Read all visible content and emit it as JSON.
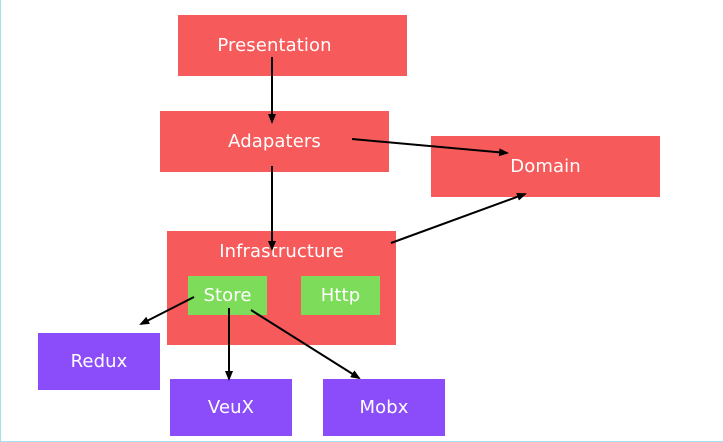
{
  "nodes": {
    "presentation": "Presentation",
    "adapters": "Adapaters",
    "domain": "Domain",
    "infrastructure": "Infrastructure",
    "store": "Store",
    "http": "Http",
    "redux": "Redux",
    "veux": "VeuX",
    "mobx": "Mobx"
  },
  "colors": {
    "red": "#f75a5a",
    "green": "#7ddc5a",
    "purple": "#8b4dfa",
    "arrow": "#000000"
  }
}
